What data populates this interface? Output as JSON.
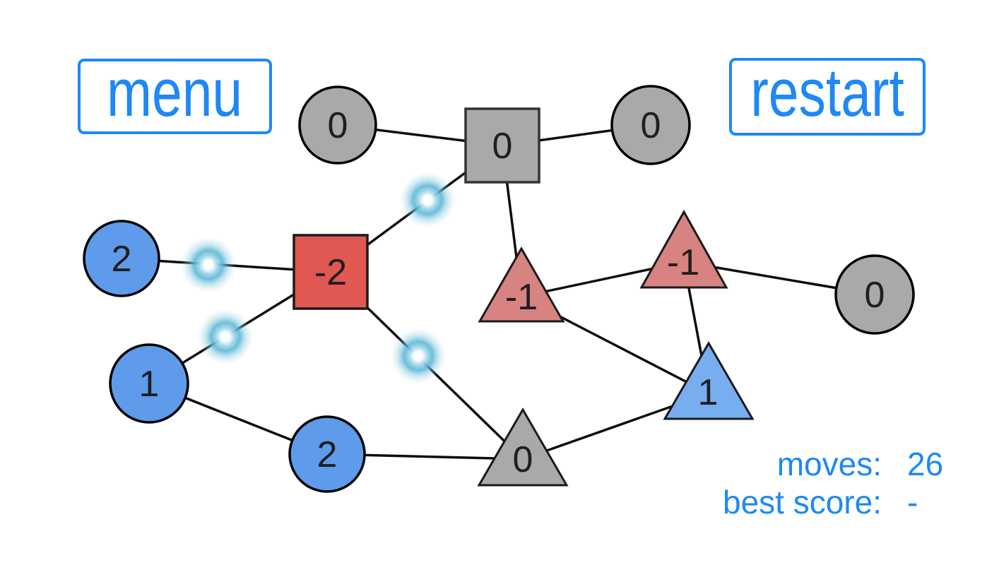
{
  "buttons": {
    "menu_label": "menu",
    "restart_label": "restart"
  },
  "hud": {
    "moves_label": "moves:",
    "moves_value": "26",
    "best_score_label": "best score:",
    "best_score_value": "-"
  },
  "palette": {
    "ui_blue": "#1E88F5",
    "node_blue": "#5E9BEA",
    "node_blue_light": "#77AEF0",
    "node_red": "#E05851",
    "node_red_light": "#D78381",
    "node_gray": "#A9A9A9",
    "edge_black": "#0d0d0d",
    "glow_cyan": "#58B6D6"
  },
  "graph": {
    "nodes": [
      {
        "id": "gray-circle-top-left",
        "shape": "circle",
        "color": "gray",
        "value": "0"
      },
      {
        "id": "gray-square",
        "shape": "square",
        "color": "gray",
        "value": "0"
      },
      {
        "id": "gray-circle-top-right",
        "shape": "circle",
        "color": "gray",
        "value": "0"
      },
      {
        "id": "blue-circle-left",
        "shape": "circle",
        "color": "blue",
        "value": "2"
      },
      {
        "id": "red-square",
        "shape": "square",
        "color": "red",
        "value": "-2"
      },
      {
        "id": "red-triangle-left",
        "shape": "triangle",
        "color": "red",
        "value": "-1"
      },
      {
        "id": "red-triangle-right",
        "shape": "triangle",
        "color": "red",
        "value": "-1"
      },
      {
        "id": "gray-circle-right",
        "shape": "circle",
        "color": "gray",
        "value": "0"
      },
      {
        "id": "blue-circle-mid-left",
        "shape": "circle",
        "color": "blue",
        "value": "1"
      },
      {
        "id": "blue-triangle",
        "shape": "triangle",
        "color": "blue",
        "value": "1"
      },
      {
        "id": "blue-circle-bottom",
        "shape": "circle",
        "color": "blue",
        "value": "2"
      },
      {
        "id": "gray-triangle",
        "shape": "triangle",
        "color": "gray",
        "value": "0"
      }
    ],
    "edges": [
      [
        "gray-circle-top-left",
        "gray-square"
      ],
      [
        "gray-square",
        "gray-circle-top-right"
      ],
      [
        "gray-square",
        "red-triangle-left"
      ],
      [
        "gray-square",
        "red-square"
      ],
      [
        "blue-circle-left",
        "red-square"
      ],
      [
        "red-square",
        "blue-circle-mid-left"
      ],
      [
        "red-square",
        "gray-triangle"
      ],
      [
        "red-triangle-left",
        "red-triangle-right"
      ],
      [
        "red-triangle-right",
        "gray-circle-right"
      ],
      [
        "red-triangle-right",
        "blue-triangle"
      ],
      [
        "red-triangle-left",
        "blue-triangle"
      ],
      [
        "blue-circle-mid-left",
        "blue-circle-bottom"
      ],
      [
        "blue-circle-bottom",
        "gray-triangle"
      ],
      [
        "gray-triangle",
        "blue-triangle"
      ]
    ],
    "highlighted_edges": [
      [
        "gray-square",
        "red-square"
      ],
      [
        "blue-circle-left",
        "red-square"
      ],
      [
        "red-square",
        "blue-circle-mid-left"
      ],
      [
        "red-square",
        "gray-triangle"
      ]
    ]
  }
}
